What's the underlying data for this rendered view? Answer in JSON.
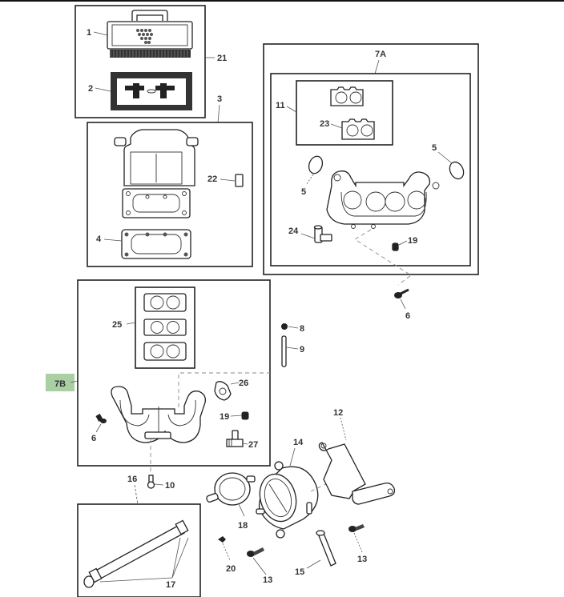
{
  "diagram": {
    "title": "Air Intake / Fuel Pump Parts Diagram",
    "highlight_color": "#a9cfa3",
    "highlighted_callout": "7B",
    "groups": {
      "air_filter_kit": {
        "callout": "21",
        "parts": [
          "1",
          "2"
        ]
      },
      "air_cleaner_base": {
        "callout": "3",
        "parts": [
          "22",
          "4"
        ]
      },
      "manifold_kit_a": {
        "callout": "7A",
        "parts": [
          "11",
          "23",
          "5",
          "5",
          "24",
          "19"
        ]
      },
      "gasket_kit": {
        "callout": "11",
        "parts": [
          "23"
        ]
      },
      "manifold_kit_b": {
        "callout": "7B",
        "parts": [
          "25",
          "26",
          "19",
          "27",
          "6"
        ]
      },
      "fuel_line": {
        "callout": "16",
        "parts": [
          "17"
        ]
      }
    },
    "callouts": {
      "c1": "1",
      "c2": "2",
      "c3": "3",
      "c4": "4",
      "c5a": "5",
      "c5b": "5",
      "c6a": "6",
      "c6b": "6",
      "c7a": "7A",
      "c7b": "7B",
      "c8": "8",
      "c9": "9",
      "c10": "10",
      "c11": "11",
      "c12": "12",
      "c13a": "13",
      "c13b": "13",
      "c14": "14",
      "c15": "15",
      "c16": "16",
      "c17": "17",
      "c18": "18",
      "c19a": "19",
      "c19b": "19",
      "c20": "20",
      "c21": "21",
      "c22": "22",
      "c23": "23",
      "c24": "24",
      "c25": "25",
      "c26": "26",
      "c27": "27"
    }
  }
}
